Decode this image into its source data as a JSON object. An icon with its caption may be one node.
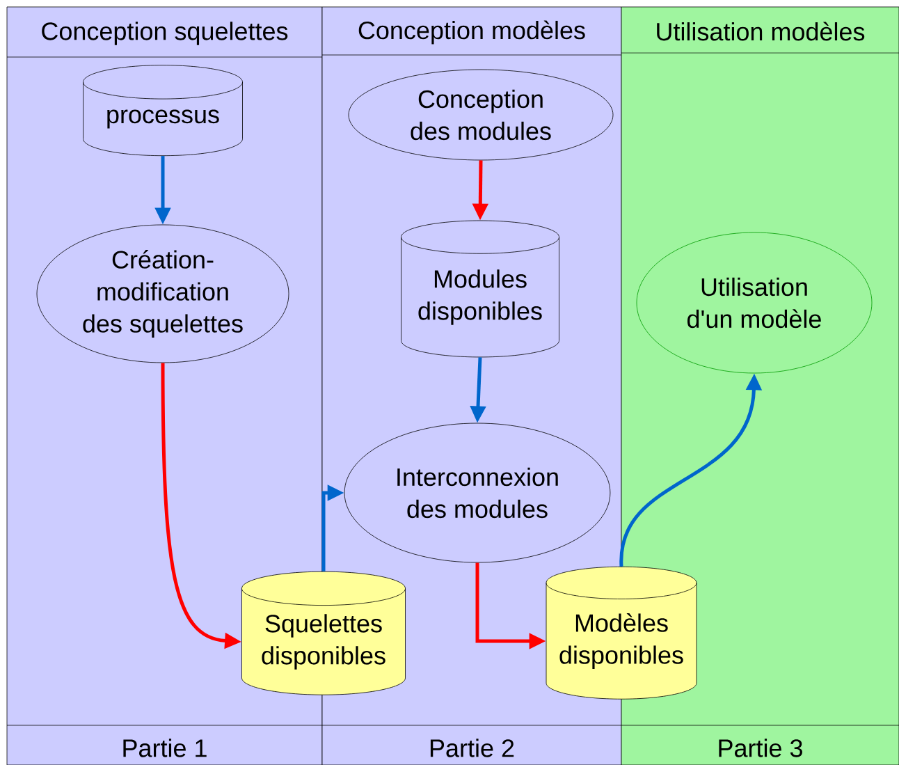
{
  "diagram": {
    "nodes": [
      {
        "text": [
          "Conception squelettes",
          "Partie 1"
        ]
      },
      {
        "text": [
          "Conception modèles",
          "Partie 2"
        ]
      },
      {
        "text": [
          "Utilisation modèles",
          "Partie 3"
        ]
      },
      {
        "text": [
          "processus"
        ],
        "in": 0
      },
      {
        "text": [
          "Création-modification des squelettes"
        ],
        "in": 0
      },
      {
        "text": [
          "Squelettes disponibles"
        ]
      },
      {
        "text": [
          "Conception des modules"
        ],
        "in": 1
      },
      {
        "text": [
          "Modules disponibles"
        ],
        "in": 1
      },
      {
        "text": [
          "Interconnexion des modules"
        ],
        "in": 1
      },
      {
        "text": [
          "Modèles disponibles"
        ]
      },
      {
        "text": [
          "Utilisation d'un modèle"
        ],
        "in": 2
      }
    ],
    "edges": [
      {
        "from": 3,
        "to": 4,
        "arrow": "to"
      },
      {
        "from": 4,
        "to": 5,
        "arrow": "to",
        "color": "#ff0000"
      },
      {
        "from": 5,
        "to": 8,
        "arrow": "to"
      },
      {
        "from": 6,
        "to": 7,
        "arrow": "to",
        "color": "#ff0000"
      },
      {
        "from": 7,
        "to": 8,
        "arrow": "to"
      },
      {
        "from": 8,
        "to": 9,
        "arrow": "to",
        "color": "#ff0000"
      },
      {
        "from": 9,
        "to": 10,
        "arrow": "to"
      }
    ]
  }
}
